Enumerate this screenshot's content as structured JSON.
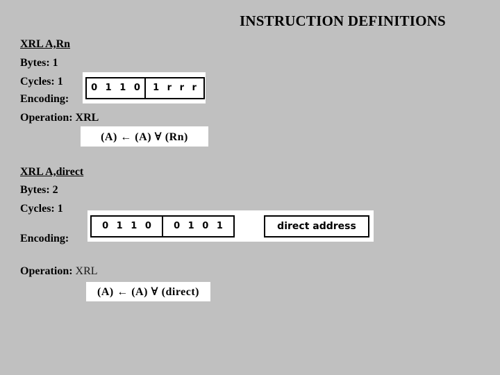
{
  "slide": {
    "background_color": "#c0c0c0",
    "title": "INSTRUCTION DEFINITIONS"
  },
  "sections": [
    {
      "heading": "XRL A,Rn",
      "bytes_label": "Bytes: 1",
      "cycles_label": "Cycles: 1",
      "encoding_label": "Encoding:",
      "operation_label": "Operation: XRL",
      "operation_mnemonic_bold": true,
      "encoding": {
        "fields": [
          {
            "text": "0 1 1 0",
            "kind": "bits"
          },
          {
            "text": "1 r r r",
            "kind": "bits"
          }
        ]
      },
      "operation_formula": "(A) ← (A) ∀ (Rn)"
    },
    {
      "heading": "XRL A,direct",
      "bytes_label": "Bytes: 2",
      "cycles_label": "Cycles: 1",
      "encoding_label": "Encoding:",
      "operation_prefix": "Operation: ",
      "operation_mnemonic": "XRL",
      "operation_mnemonic_bold": false,
      "encoding": {
        "fields": [
          {
            "text": "0 1 1 0",
            "kind": "bits"
          },
          {
            "text": "0 1 0 1",
            "kind": "bits"
          },
          {
            "text": "direct address",
            "kind": "operand"
          }
        ]
      },
      "operation_formula": "(A) ← (A) ∀ (direct)"
    }
  ],
  "colors": {
    "background": "#c0c0c0",
    "text": "#000000",
    "box_fill": "#ffffff",
    "box_border": "#000000"
  }
}
